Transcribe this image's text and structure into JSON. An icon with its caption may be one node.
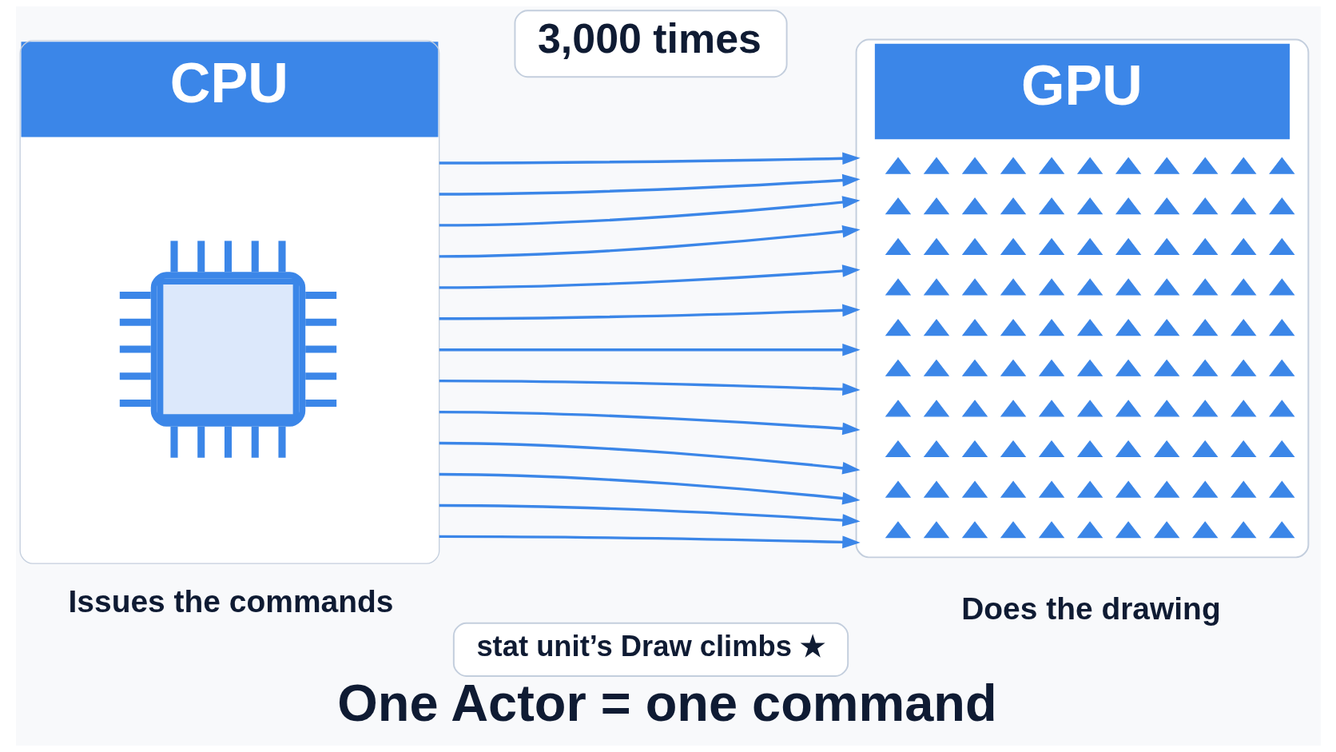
{
  "diagram": {
    "caption": "One Actor = one command",
    "nodes": [
      {
        "text": [
          "CPU"
        ],
        "beside": [
          "Issues the commands"
        ]
      },
      {
        "text": [
          "3,000 times"
        ]
      },
      {
        "text": [
          "GPU"
        ],
        "beside": [
          "Does the drawing"
        ]
      },
      {
        "text": [
          "stat unit’s Draw climbs ★"
        ]
      }
    ],
    "edges": [
      {
        "from": 0,
        "to": 2,
        "arrow": "to"
      },
      {
        "from": 0,
        "to": 2,
        "arrow": "to"
      },
      {
        "from": 0,
        "to": 2,
        "arrow": "to"
      },
      {
        "from": 0,
        "to": 2,
        "arrow": "to"
      },
      {
        "from": 0,
        "to": 2,
        "arrow": "to"
      },
      {
        "from": 0,
        "to": 2,
        "arrow": "to"
      },
      {
        "from": 0,
        "to": 2,
        "arrow": "to"
      },
      {
        "from": 0,
        "to": 2,
        "arrow": "to"
      },
      {
        "from": 0,
        "to": 2,
        "arrow": "to"
      },
      {
        "from": 0,
        "to": 2,
        "arrow": "to"
      },
      {
        "from": 0,
        "to": 2,
        "arrow": "to"
      },
      {
        "from": 0,
        "to": 2,
        "arrow": "to"
      },
      {
        "from": 0,
        "to": 2,
        "arrow": "to"
      }
    ]
  }
}
